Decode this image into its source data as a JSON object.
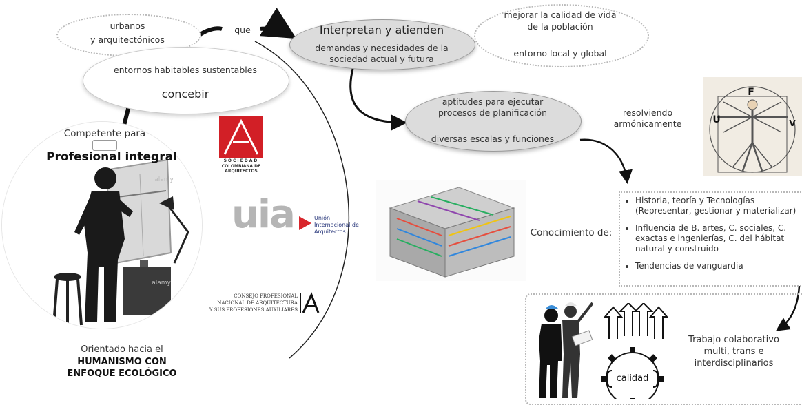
{
  "ellipses": {
    "urbanos": {
      "line1": "urbanos",
      "line2": "y arquitectónicos"
    },
    "que": "que",
    "entornos": {
      "top": "entornos habitables sustentables",
      "bottom": "concebir"
    },
    "interpretan": {
      "title": "Interpretan y atienden",
      "line1": "demandas y necesidades de la",
      "line2": "sociedad actual y futura"
    },
    "mejorar": {
      "line1": "mejorar la calidad de vida",
      "line2": "de la población",
      "line3": "entorno local y global"
    },
    "aptitudes": {
      "line1": "aptitudes para ejecutar",
      "line2": "procesos de planificación",
      "line3": "diversas escalas y funciones"
    }
  },
  "resolviendo": {
    "line1": "resolviendo",
    "line2": "armónicamente"
  },
  "profile": {
    "competente": "Competente para",
    "profesional": "Profesional integral",
    "orientado": "Orientado hacia el",
    "humanismo1": "HUMANISMO CON",
    "humanismo2": "ENFOQUE ECOLÓGICO",
    "watermark": "alamy"
  },
  "logos": {
    "sca": {
      "l1": "SOCIEDAD",
      "l2": "COLOMBIANA DE",
      "l3": "ARQUITECTOS"
    },
    "uia": {
      "mark": "uia",
      "l1": "Unión",
      "l2": "Internacional de",
      "l3": "Arquitectos"
    },
    "cpnaa": {
      "l1": "CONSEJO PROFESIONAL",
      "l2": "NACIONAL DE ARQUITECTURA",
      "l3": "Y SUS PROFESIONES AUXILIARES"
    }
  },
  "vitruvian": {
    "f": "F",
    "u": "U",
    "v": "V"
  },
  "conocimiento": {
    "label": "Conocimiento de:",
    "items": [
      "Historia, teoría y Tecnologías (Representar, gestionar y materializar)",
      "Influencia de B. artes, C. sociales, C. exactas e ingenierías, C. del hábitat natural y construido",
      "Tendencias de vanguardia"
    ]
  },
  "team": {
    "quality": "calidad",
    "trabajo1": "Trabajo colaborativo",
    "trabajo2": "multi, trans e",
    "trabajo3": "interdisciplinarios"
  },
  "colors": {
    "gray_fill": "#dcdcdc",
    "arrow": "#111111",
    "sca_red": "#d21f26",
    "uia_gray": "#b5b5b5",
    "uia_red": "#d8262c",
    "uia_blue": "#27367a"
  }
}
